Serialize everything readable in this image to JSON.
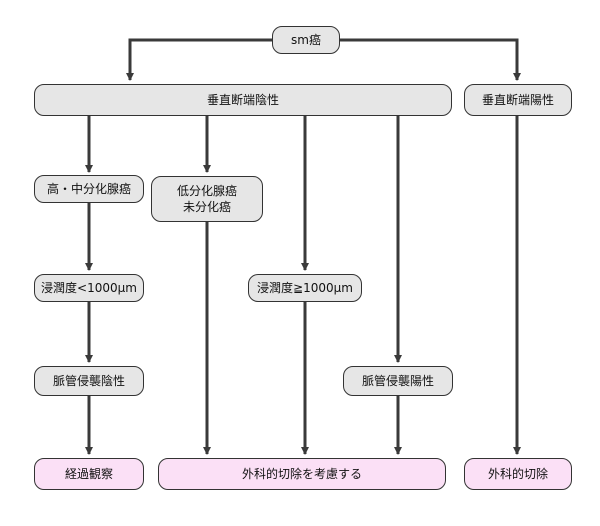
{
  "nodes": {
    "sm_cancer": "sm癌",
    "vertical_margin_negative": "垂直断端陰性",
    "vertical_margin_positive": "垂直断端陽性",
    "well_mod_diff": "高・中分化腺癌",
    "poor_diff_line1": "低分化腺癌",
    "poor_diff_line2": "未分化癌",
    "invasion_lt": "浸潤度<1000μm",
    "invasion_ge": "浸潤度≧1000μm",
    "vessel_negative": "脈管侵襲陰性",
    "vessel_positive": "脈管侵襲陽性",
    "follow_up": "経過観察",
    "consider_surgery": "外科的切除を考慮する",
    "surgery": "外科的切除"
  },
  "colors": {
    "box_fill": "#e6e6e6",
    "outcome_fill": "#fbe0f6",
    "stroke": "#333333"
  }
}
